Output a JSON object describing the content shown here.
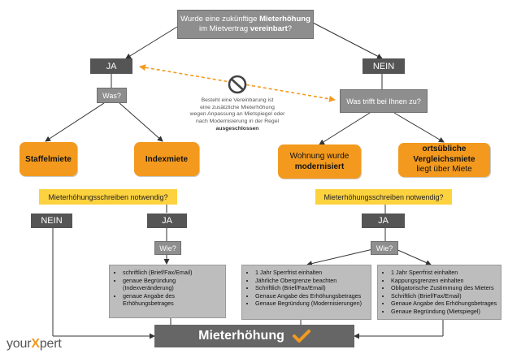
{
  "question_top": {
    "line1": "Wurde eine zukünftige ",
    "line1_bold": "Mieterhöhung",
    "line2": "im Mietvertrag ",
    "line2_bold": "vereinbart",
    "line2_end": "?"
  },
  "ja_top": "JA",
  "nein_top": "NEIN",
  "was_label": "Was?",
  "was_trifft": "Was trifft bei Ihnen zu?",
  "note": {
    "lines": [
      "Besteht eine Vereinbarung ist",
      "eine zusätzliche Mieterhöhung",
      "wegen Anpassung an Mietspiegel oder",
      "nach Modernisierung in der Regel"
    ],
    "bold": "ausgeschlossen"
  },
  "staffelmiete": "Staffelmiete",
  "indexmiete": "Indexmiete",
  "modernisiert": {
    "line1": "Wohnung wurde",
    "line2": "modernisiert"
  },
  "vergleichsmiete": {
    "line1": "ortsübliche",
    "line2": "Vergleichsmiete",
    "line3": "liegt über Miete"
  },
  "schreiben_left": "Mieterhöhungsschreiben notwendig?",
  "schreiben_right": "Mieterhöhungsschreiben notwendig?",
  "nein_left": "NEIN",
  "ja_mid": "JA",
  "wie_mid": "Wie?",
  "ja_right": "JA",
  "wie_right": "Wie?",
  "index_list": [
    "schriftlich (Brief/Fax/Email)",
    "genaue Begründung (Indexveränderung)",
    "genaue Angabe des Erhöhungsbetrages"
  ],
  "modern_list": [
    "1 Jahr Sperrfrist einhalten",
    "Jährliche Obergrenze beachten",
    "Schriftlich (Brief/Fax/Email)",
    "Genaue Angabe des Erhöhungsbetrages",
    "Genaue Begründung (Modernisierungen)"
  ],
  "vergleich_list": [
    "1 Jahr Sperrfrist einhalten",
    "Kappungsgrenzen einhalten",
    "Obligatorische Zustimmung des Mieters",
    "Schriftlich (Brief/Fax/Email)",
    "Genaue Angabe des Erhöhungsbetrages",
    "Genaue Begründung (Mietspiegel)"
  ],
  "result": "Mieterhöhung",
  "logo": {
    "part1": "your",
    "part2": "X",
    "part3": "pert"
  },
  "colors": {
    "orange": "#f39a1e",
    "yellow": "#fcd23f",
    "grey": "#8e8e8e",
    "dark": "#555555",
    "dashed": "#f39a1e"
  },
  "icons": [
    "no-entry-icon",
    "checkmark-icon"
  ]
}
